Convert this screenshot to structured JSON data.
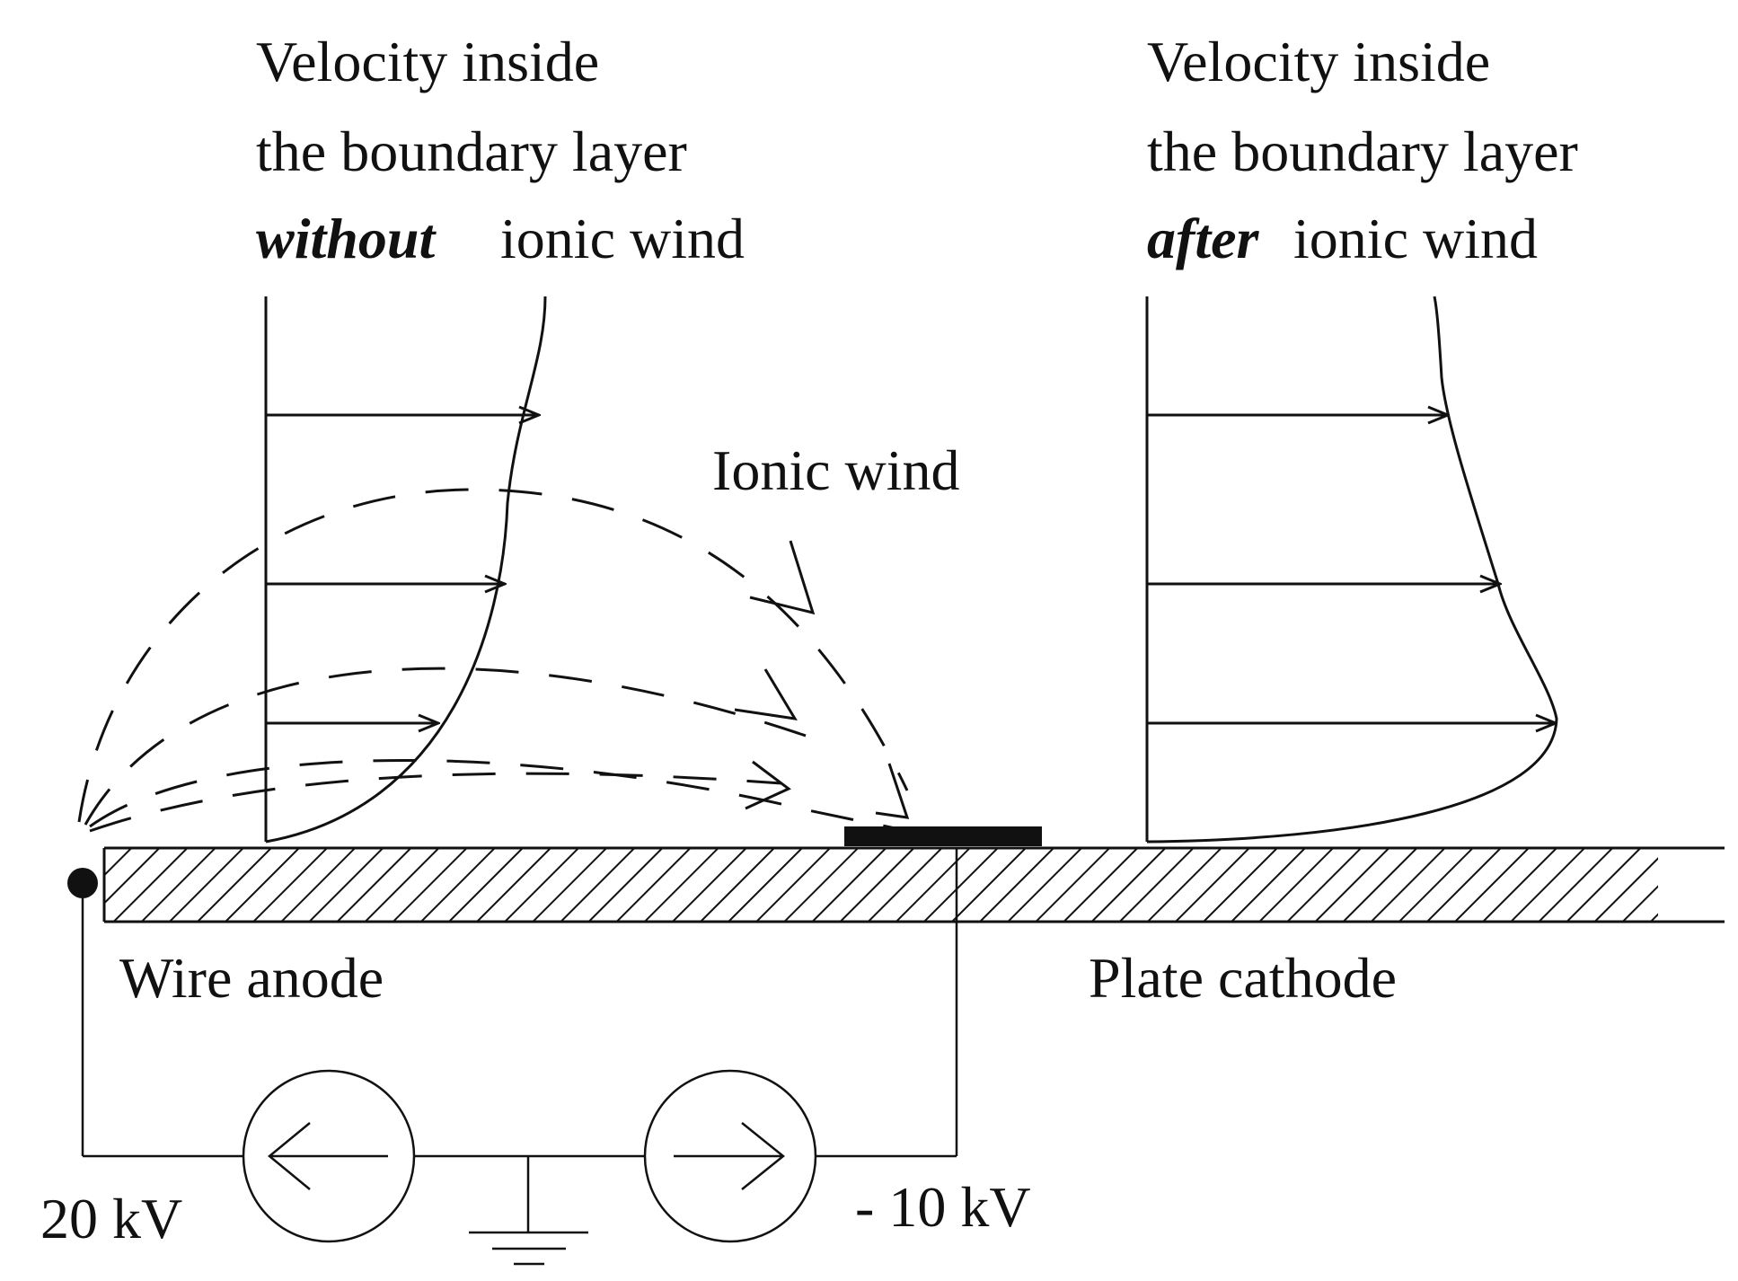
{
  "labels": {
    "left_heading": {
      "line1": "Velocity inside",
      "line2": "the boundary layer",
      "line3_emph": "without",
      "line3_rest": "ionic wind"
    },
    "right_heading": {
      "line1": "Velocity inside",
      "line2": "the boundary layer",
      "line3_emph": "after",
      "line3_rest": "ionic wind"
    },
    "ionic_wind": "Ionic wind",
    "wire_anode": "Wire anode",
    "plate_cathode": "Plate cathode",
    "voltage_left": "20 kV",
    "voltage_right": "- 10 kV"
  }
}
